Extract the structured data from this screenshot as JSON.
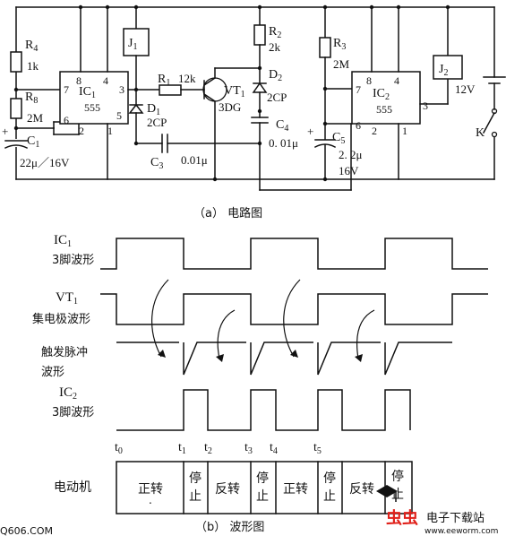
{
  "circuit": {
    "r4": {
      "name": "R",
      "sub": "4",
      "value": "1k"
    },
    "r8": {
      "name": "R",
      "sub": "8",
      "value": "2M"
    },
    "c1": {
      "name": "C",
      "sub": "1",
      "value": "22μ／16V",
      "plus": "+"
    },
    "ic1": {
      "name": "IC",
      "sub": "1",
      "part": "555",
      "pins": {
        "p8": "8",
        "p4": "4",
        "p7": "7",
        "p6": "6",
        "p2": "2",
        "p1": "1",
        "p3": "3",
        "p5": "5"
      }
    },
    "j1": {
      "name": "J",
      "sub": "1"
    },
    "r1": {
      "name": "R",
      "sub": "1",
      "value": "12k"
    },
    "d1": {
      "name": "D",
      "sub": "1",
      "value": "2CP"
    },
    "c3": {
      "name": "C",
      "sub": "3",
      "value": "0.01μ"
    },
    "vt1": {
      "name": "VT",
      "sub": "1",
      "value": "3DG"
    },
    "r2": {
      "name": "R",
      "sub": "2",
      "value": "2k"
    },
    "d2": {
      "name": "D",
      "sub": "2",
      "value": "2CP"
    },
    "c4": {
      "name": "C",
      "sub": "4",
      "value": "0. 01μ"
    },
    "r3": {
      "name": "R",
      "sub": "3",
      "value": "2M"
    },
    "c5": {
      "name": "C",
      "sub": "5",
      "value": "2. 2μ",
      "rating": "16V",
      "plus": "+"
    },
    "ic2": {
      "name": "IC",
      "sub": "2",
      "part": "555",
      "pins": {
        "p8": "8",
        "p4": "4",
        "p7": "7",
        "p6": "6",
        "p2": "2",
        "p1": "1",
        "p3": "3"
      }
    },
    "j2": {
      "name": "J",
      "sub": "2"
    },
    "battery": "12V",
    "switch": "K"
  },
  "caption_a": "（a）  电路图",
  "waveforms": {
    "ic1": {
      "title": "IC",
      "sub": "1",
      "desc": "3脚波形"
    },
    "vt1": {
      "title": "VT",
      "sub": "1",
      "desc": "集电极波形"
    },
    "trigger": {
      "line1": "触发脉冲",
      "line2": "波形"
    },
    "ic2": {
      "title": "IC",
      "sub": "2",
      "desc": "3脚波形"
    },
    "times": [
      {
        "t": "t",
        "s": "0"
      },
      {
        "t": "t",
        "s": "1"
      },
      {
        "t": "t",
        "s": "2"
      },
      {
        "t": "t",
        "s": "3"
      },
      {
        "t": "t",
        "s": "4"
      },
      {
        "t": "t",
        "s": "5"
      }
    ]
  },
  "motor": {
    "label": "电动机",
    "cells": [
      {
        "text": "正转",
        "mark": "."
      },
      {
        "line1": "停",
        "line2": "止"
      },
      {
        "text": "反转"
      },
      {
        "line1": "停",
        "line2": "止"
      },
      {
        "text": "正转"
      },
      {
        "line1": "停",
        "line2": "止"
      },
      {
        "text": "反转"
      },
      {
        "line1": "停",
        "line2": "止"
      }
    ]
  },
  "caption_b": "（b）  波形图",
  "watermark": {
    "left": "Q606.COM",
    "brand": "电子下载站",
    "url": "www.eeworm.com",
    "logo": "虫虫"
  }
}
